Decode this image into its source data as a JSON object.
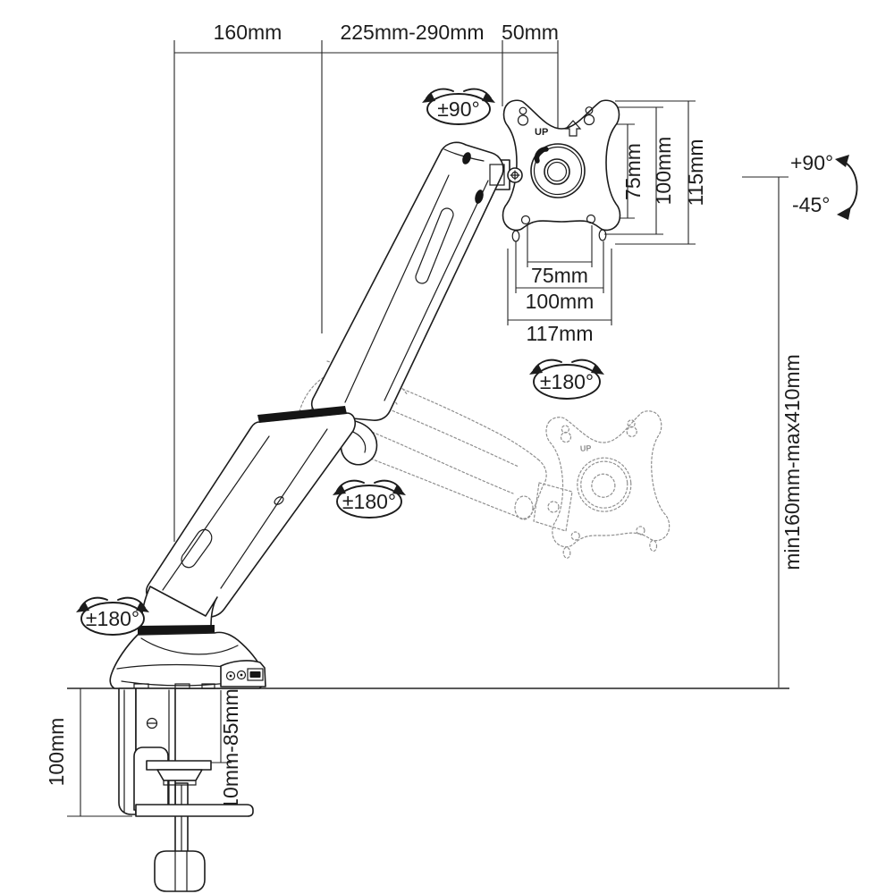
{
  "diagram": {
    "type": "technical-drawing",
    "subject": "gas-spring single monitor desk mount arm dimension diagram",
    "colors": {
      "line": "#1c1c1c",
      "ghost": "#8f8f8f",
      "background": "#ffffff"
    },
    "top_dimensions": {
      "base_to_joint": "160mm",
      "joint_to_plate": "225mm-290mm",
      "plate_offset": "50mm"
    },
    "vesa_plate": {
      "up_label": "UP",
      "vertical_hole_spacing": {
        "inner": "75mm",
        "middle": "100mm",
        "outer": "115mm"
      },
      "horizontal_hole_spacing": {
        "inner": "75mm",
        "middle": "100mm",
        "outer": "117mm"
      }
    },
    "rotations": {
      "vesa_swivel": "±90°",
      "plate_pan": "±180°",
      "arm_joint": "±180°",
      "base_swivel": "±180°",
      "tilt_up": "+90°",
      "tilt_down": "-45°"
    },
    "height_range": "min160mm-max410mm",
    "clamp": {
      "clamp_height": "100mm",
      "desk_thickness_range": "10mm-85mm"
    },
    "ghost_plate": {
      "up_label": "UP"
    }
  }
}
